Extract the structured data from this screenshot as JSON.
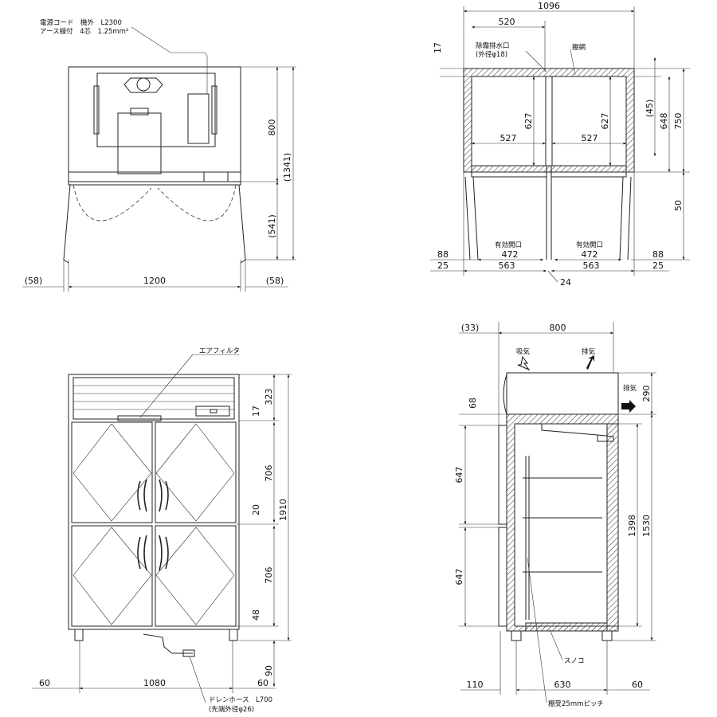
{
  "views": {
    "top_left": {
      "cord_note_1": "電源コード　機外　L2300",
      "cord_note_2": "アース線付　4芯　1.25mm²",
      "dims": {
        "height_800": "800",
        "height_1341": "(1341)",
        "height_541": "(541)",
        "width_1200": "1200",
        "side_58_left": "(58)",
        "side_58_right": "(58)"
      }
    },
    "top_right": {
      "label_drain": "除霜排水口",
      "label_drain_dia": "(外径φ18)",
      "label_shelf_net": "棚網",
      "label_opening_left": "有効開口",
      "label_opening_right": "有効開口",
      "dims": {
        "w_1096": "1096",
        "w_520": "520",
        "h_17": "17",
        "h_627_left": "627",
        "h_627_right": "627",
        "w_527_left": "527",
        "w_527_right": "527",
        "h_45": "(45)",
        "h_648": "648",
        "h_750": "750",
        "h_50": "50",
        "w_88_left": "88",
        "w_472_left": "472",
        "w_472_right": "472",
        "w_88_right": "88",
        "w_25_left": "25",
        "w_563_left": "563",
        "w_563_right": "563",
        "w_25_right": "25",
        "w_24": "24"
      }
    },
    "bottom_left": {
      "label_air_filter": "エアフィルタ",
      "label_drain_hose": "ドレンホース　L700",
      "label_drain_hose_dia": "(先端外径φ26)",
      "dims": {
        "h_323": "323",
        "h_17": "17",
        "h_706_top": "706",
        "h_20": "20",
        "h_1910": "1910",
        "h_706_bottom": "706",
        "h_48": "48",
        "h_90": "90",
        "w_60_left": "60",
        "w_1080": "1080",
        "w_60_right": "60"
      }
    },
    "bottom_right": {
      "label_intake": "吸気",
      "label_exhaust_top": "排気",
      "label_exhaust_side": "排気",
      "label_sunoko": "スノコ",
      "label_shelf_pitch": "棚受25mmピッチ",
      "dims": {
        "w_33": "(33)",
        "w_800": "800",
        "h_290": "290",
        "h_68": "68",
        "h_647_top": "647",
        "h_1398": "1398",
        "h_1530": "1530",
        "h_647_bottom": "647",
        "w_110": "110",
        "w_630": "630",
        "w_60": "60"
      }
    }
  }
}
